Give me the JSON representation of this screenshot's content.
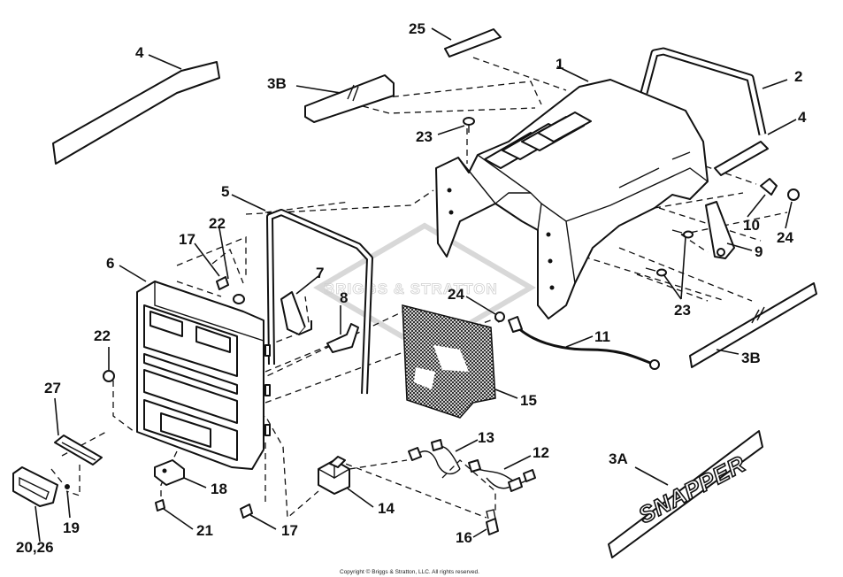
{
  "diagram": {
    "copyright": "Copyright © Briggs & Stratton, LLC. All rights reserved.",
    "watermark": "BRIGGS & STRATTON",
    "decal_text": "SNAPPER",
    "callouts": {
      "c1": "1",
      "c2": "2",
      "c3a": "3A",
      "c3b_top": "3B",
      "c3b_right": "3B",
      "c4_left": "4",
      "c4_right": "4",
      "c5": "5",
      "c6": "6",
      "c7": "7",
      "c8": "8",
      "c9": "9",
      "c10": "10",
      "c11": "11",
      "c12": "12",
      "c13": "13",
      "c14": "14",
      "c15": "15",
      "c16": "16",
      "c17_top": "17",
      "c17_bottom": "17",
      "c18": "18",
      "c19": "19",
      "c20_26": "20,26",
      "c21": "21",
      "c22_top": "22",
      "c22_left": "22",
      "c23_top": "23",
      "c23_right": "23",
      "c24_left": "24",
      "c24_right": "24",
      "c25": "25",
      "c27": "27"
    }
  }
}
